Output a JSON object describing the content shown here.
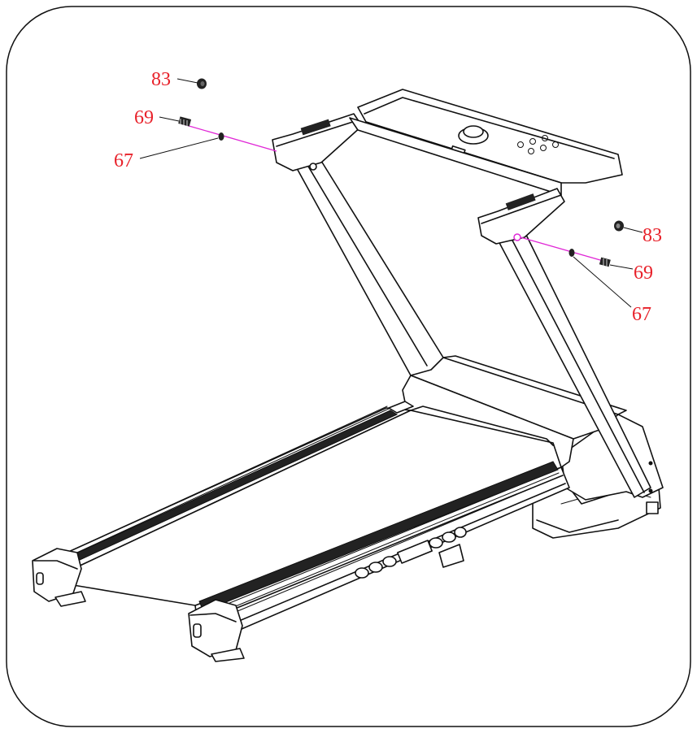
{
  "diagram": {
    "colors": {
      "label": "#e8212a",
      "leader_pink": "#e026d6",
      "line": "#111111",
      "background": "#ffffff"
    },
    "callouts": [
      {
        "id": "left-83",
        "text": "83"
      },
      {
        "id": "left-69",
        "text": "69"
      },
      {
        "id": "left-67",
        "text": "67"
      },
      {
        "id": "right-83",
        "text": "83"
      },
      {
        "id": "right-69",
        "text": "69"
      },
      {
        "id": "right-67",
        "text": "67"
      }
    ]
  }
}
